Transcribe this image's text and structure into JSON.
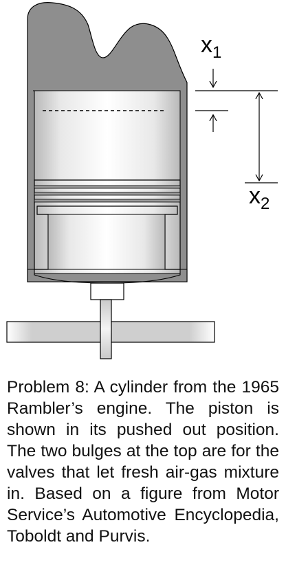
{
  "figure": {
    "label_x1": "x",
    "label_x1_sub": "1",
    "label_x2": "x",
    "label_x2_sub": "2"
  },
  "caption": {
    "text": "Problem 8:  A cylinder from the 1965 Rambler’s engine. The piston is shown in its pushed out position. The two bulges at the top are for the valves that let fresh air-gas mixture in. Based on a figure from Motor Service’s Automotive Encyclopedia, Toboldt and Purvis."
  }
}
